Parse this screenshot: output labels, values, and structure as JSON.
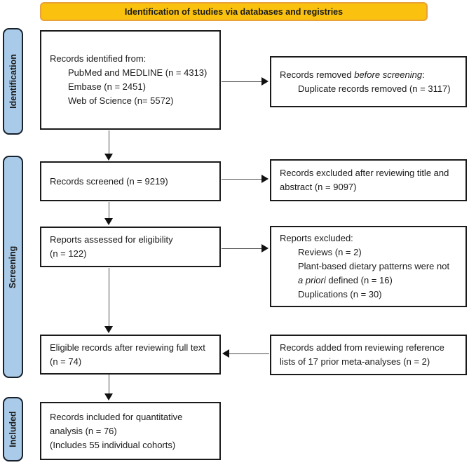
{
  "banner": {
    "label": "Identification of studies via databases and registries"
  },
  "colors": {
    "banner_bg": "#FAC20E",
    "banner_border": "#E9A13B",
    "sidebar_bg": "#A9CBE9",
    "sidebar_border": "#18202B",
    "box_border": "#1A1A1A",
    "arrow_line": "#4D4D4D",
    "arrow_head": "#111111"
  },
  "sidebar": {
    "identification": "Identification",
    "screening": "Screening",
    "included": "Included"
  },
  "flow": {
    "identified": {
      "heading": "Records identified from:",
      "sources": [
        "PubMed and MEDLINE (n = 4313)",
        "Embase (n = 2451)",
        "Web of Science (n= 5572)"
      ]
    },
    "removed": {
      "pre": "Records removed ",
      "italic": "before screening",
      "post": ":",
      "detail": "Duplicate records removed (n = 3117)"
    },
    "screened": {
      "text": "Records screened (n = 9219)"
    },
    "excluded_title_abstract": {
      "line1": "Records excluded after reviewing title and",
      "line2": "abstract (n = 9097)"
    },
    "assessed": {
      "line1": "Reports assessed for eligibility",
      "line2": "(n = 122)"
    },
    "reports_excluded": {
      "heading": "Reports excluded:",
      "item1": "Reviews (n = 2)",
      "item2_line1": "Plant-based dietary patterns were not",
      "item2_italic": "a priori",
      "item2_post": " defined (n = 16)",
      "item3": "Duplications (n = 30)"
    },
    "eligible": {
      "line1": "Eligible records after reviewing full text",
      "line2": "(n = 74)"
    },
    "added_from_references": {
      "line1": "Records added from reviewing reference",
      "line2": "lists of 17 prior meta-analyses (n = 2)"
    },
    "included_final": {
      "line1": "Records included for quantitative",
      "line2": "analysis (n = 76)",
      "line3": "(Includes 55 individual cohorts)"
    }
  }
}
